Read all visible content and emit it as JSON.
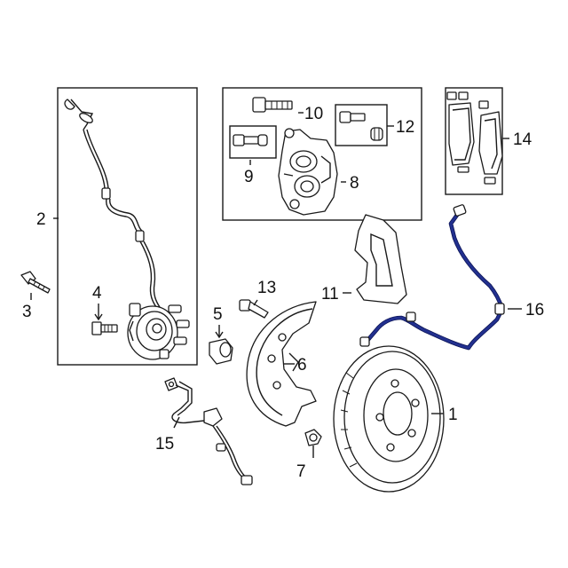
{
  "diagram": {
    "accent_color": "#22308f",
    "callouts": [
      {
        "id": "c1",
        "label": "1"
      },
      {
        "id": "c2",
        "label": "2"
      },
      {
        "id": "c3",
        "label": "3"
      },
      {
        "id": "c4",
        "label": "4"
      },
      {
        "id": "c5",
        "label": "5"
      },
      {
        "id": "c6",
        "label": "6"
      },
      {
        "id": "c7",
        "label": "7"
      },
      {
        "id": "c8",
        "label": "8"
      },
      {
        "id": "c9",
        "label": "9"
      },
      {
        "id": "c10",
        "label": "10"
      },
      {
        "id": "c11",
        "label": "11"
      },
      {
        "id": "c12",
        "label": "12"
      },
      {
        "id": "c13",
        "label": "13"
      },
      {
        "id": "c14",
        "label": "14"
      },
      {
        "id": "c15",
        "label": "15"
      },
      {
        "id": "c16",
        "label": "16"
      }
    ]
  }
}
